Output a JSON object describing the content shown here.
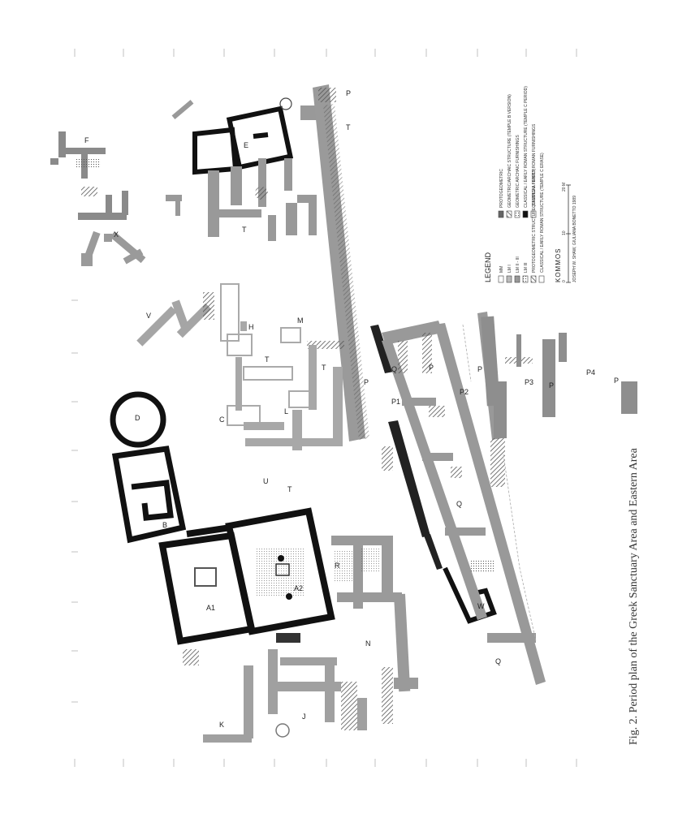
{
  "figure": {
    "caption": "Fig. 2. Period plan of the Greek Sanctuary Area and Eastern Area"
  },
  "legend": {
    "title": "LEGEND",
    "items": [
      {
        "label": "MM"
      },
      {
        "label": "LM I"
      },
      {
        "label": "LM II - III"
      },
      {
        "label": "LM III"
      },
      {
        "label": "PROTOGEOMETRIC STRUCTURE (TEMPLE A FIRSTS)"
      },
      {
        "label": "CLASSICAL / EARLY ROMAN STRUCTURE (TEMPLE C ERASE)"
      },
      {
        "label": "PROTOGEOMETRIC"
      },
      {
        "label": "GEOMETRIC/ARCHAIC STRUCTURE (TEMPLE B VERSION)"
      },
      {
        "label": "GEOMETRIC ARCHAIC FURNISHINGS"
      },
      {
        "label": "CLASSICAL / EARLY ROMAN STRUCTURE (TEMPLE C PERIOD)"
      },
      {
        "label": "CLASSICAL / EARLY ROMAN FURNISHINGS"
      }
    ],
    "site_name": "KOMMOS",
    "credit": "JOSEPH W. SHAW, GIULIANA BONETTO 1989",
    "scale_labels": [
      "0",
      "10",
      "20 M"
    ]
  },
  "area_labels": {
    "F": "F",
    "E": "E",
    "X": "X",
    "T_north": "T",
    "V": "V",
    "H": "H",
    "M": "M",
    "T_mid": "T",
    "T_mid2": "T",
    "D": "D",
    "C": "C",
    "L": "L",
    "U": "U",
    "T_low": "T",
    "B": "B",
    "A1": "A1",
    "A2": "A2",
    "R": "R",
    "N": "N",
    "K": "K",
    "J": "J",
    "P_top": "P",
    "T_top": "T",
    "P_mid": "P",
    "P1": "P1",
    "Q_top": "Q",
    "P_q": "P",
    "P2": "P2",
    "Q_mid": "Q",
    "W": "W",
    "Q_low": "Q",
    "P_east": "P",
    "P3": "P3",
    "P_e2": "P",
    "P4": "P4",
    "P_e3": "P"
  }
}
